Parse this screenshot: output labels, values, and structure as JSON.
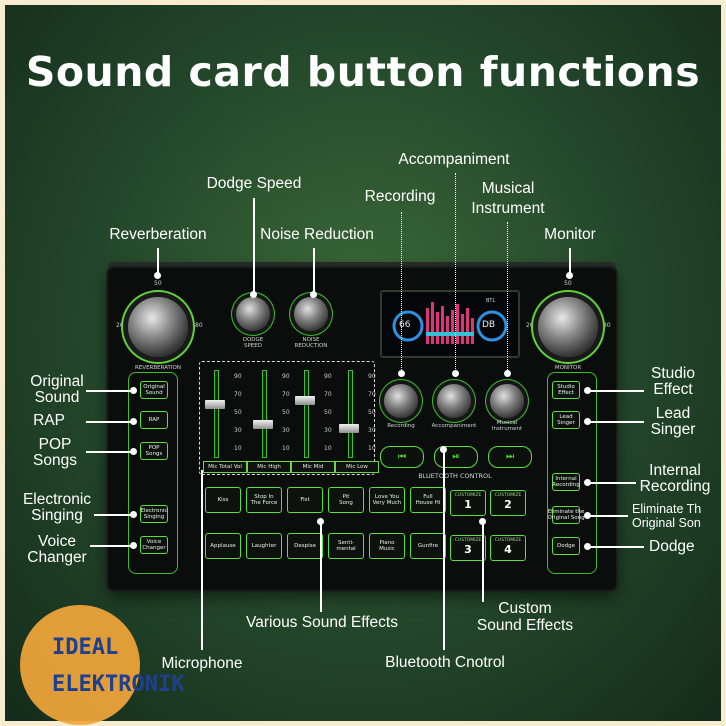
{
  "title": "Sound card button functions",
  "labels": {
    "dodge_speed": "Dodge Speed",
    "accompaniment": "Accompaniment",
    "recording": "Recording",
    "musical_instrument": "Musical\nInstrument",
    "reverberation": "Reverberation",
    "noise_reduction": "Noise Reduction",
    "monitor": "Monitor",
    "original_sound": "Original\nSound",
    "rap": "RAP",
    "pop_songs": "POP\nSongs",
    "electronic_singing": "Electronic\nSinging",
    "voice_changer": "Voice\nChanger",
    "studio_effect": "Studio\nEffect",
    "lead_singer": "Lead\nSinger",
    "internal_recording": "Internal\nRecording",
    "eliminate": "Eliminate Th\nOriginal Son",
    "dodge": "Dodge",
    "various_sound_effects": "Various Sound Effects",
    "custom_sound_effects": "Custom\nSound Effects",
    "microphone": "Microphone",
    "bluetooth_control": "Bluetooth Cnotrol"
  },
  "device": {
    "knob_reverb_label": "REVERBERATION",
    "knob_monitor_label": "MONITOR",
    "knob_dodge_label": "DODGE\nSPEED",
    "knob_noise_label": "NOISE\nREDUCTION",
    "knob_recording_label": "Recording",
    "knob_accomp_label": "Accompaniment",
    "knob_instrument_label": "Musical\nInstrument",
    "scale": {
      "top": "50",
      "left": "20",
      "right": "80"
    },
    "screen": {
      "left_value": "66",
      "right_value": "DB",
      "tag": "BTL"
    },
    "faders": {
      "ticks": [
        "90",
        "70",
        "50",
        "30",
        "10"
      ],
      "labels": [
        "Mic Total Vol",
        "Mic High",
        "Mic Mid",
        "Mic Low"
      ]
    },
    "bluetooth_label": "BLUETOOTH CONTROL",
    "bt_buttons": [
      "⏮",
      "⏯",
      "⏭"
    ],
    "left_buttons": [
      "Original\nSound",
      "RAP",
      "POP\nSongs",
      "Electronic\nSinging",
      "Voice\nChanger"
    ],
    "right_buttons": [
      "Studio\nEffect",
      "Lead\nSinger",
      "Internal\nRecording",
      "Eliminate the\nOriginal Song",
      "Dodge"
    ],
    "effects_row1": [
      "Kiss",
      "Stop In\nThe Force",
      "Fist",
      "Pit\nSong",
      "Love You\nVery Much",
      "Full\nHouse Hi"
    ],
    "effects_row2": [
      "Applause",
      "Laughter",
      "Despise",
      "Senti-\nmental",
      "Piano\nMusic",
      "Gunfire"
    ],
    "custom": [
      {
        "tag": "CUSTOMIZE",
        "num": "1"
      },
      {
        "tag": "CUSTOMIZE",
        "num": "2"
      },
      {
        "tag": "CUSTOMIZE",
        "num": "3"
      },
      {
        "tag": "CUSTOMIZE",
        "num": "4"
      }
    ]
  },
  "watermark": {
    "line1": "IDEAL",
    "line2": "ELEKTRONIK"
  },
  "colors": {
    "accent": "#59e03a",
    "background": "#23462a",
    "watermark": "#f2a63a"
  }
}
